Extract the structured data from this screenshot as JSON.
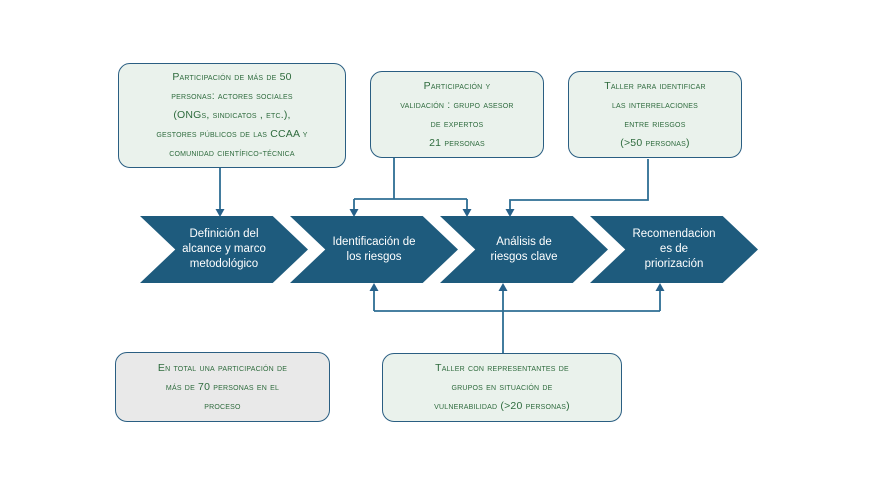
{
  "colors": {
    "background": "#ffffff",
    "chevron_fill": "#1e5b7d",
    "chevron_text": "#ffffff",
    "callout_fill": "#eaf2ec",
    "callout_gray_fill": "#e9e9e9",
    "callout_border": "#2a5e82",
    "callout_text": "#2e6b3d",
    "connector_line": "#2e6e94"
  },
  "steps": [
    {
      "text": "Definición del alcance y marco metodológico",
      "lines": [
        "Definición del",
        "alcance y marco",
        "metodológico"
      ]
    },
    {
      "text": "Identificación de los riesgos",
      "lines": [
        "Identificación de",
        "los riesgos"
      ]
    },
    {
      "text": "Análisis de riesgos clave",
      "lines": [
        "Análisis de",
        "riesgos clave"
      ]
    },
    {
      "text": "Recomendacion es de priorización",
      "lines": [
        "Recomendacion",
        "es de",
        "priorización"
      ]
    }
  ],
  "callouts": {
    "top_left": {
      "text": "Participación de más de 50 personas: actores sociales (ONGs, sindicatos , etc.), gestores públicos de las CCAA y comunidad científico-técnica",
      "lines": [
        "Participación de más de 50",
        "personas: actores sociales",
        "(ONGs, sindicatos , etc.),",
        "gestores públicos de las CCAA y",
        "comunidad científico-técnica"
      ]
    },
    "top_middle": {
      "text": "Participación y validación : grupo asesor de expertos 21 personas",
      "lines": [
        "Participación y",
        "validación : grupo asesor",
        "de expertos",
        "21 personas"
      ]
    },
    "top_right": {
      "text": "Taller para identificar las interrelaciones entre riesgos (>50 personas)",
      "lines": [
        "Taller para identificar",
        "las interrelaciones",
        "entre riesgos",
        "(>50 personas)"
      ]
    },
    "bottom_left": {
      "text": "En total una participación de más de 70 personas en el proceso",
      "lines": [
        "En total una participación de",
        "más de 70 personas en el",
        "proceso"
      ]
    },
    "bottom_middle": {
      "text": "Taller con representantes de grupos en situación de vulnerabilidad (>20 personas)",
      "lines": [
        "Taller con representantes de",
        "grupos en situación de",
        "vulnerabilidad (>20 personas)"
      ]
    }
  }
}
